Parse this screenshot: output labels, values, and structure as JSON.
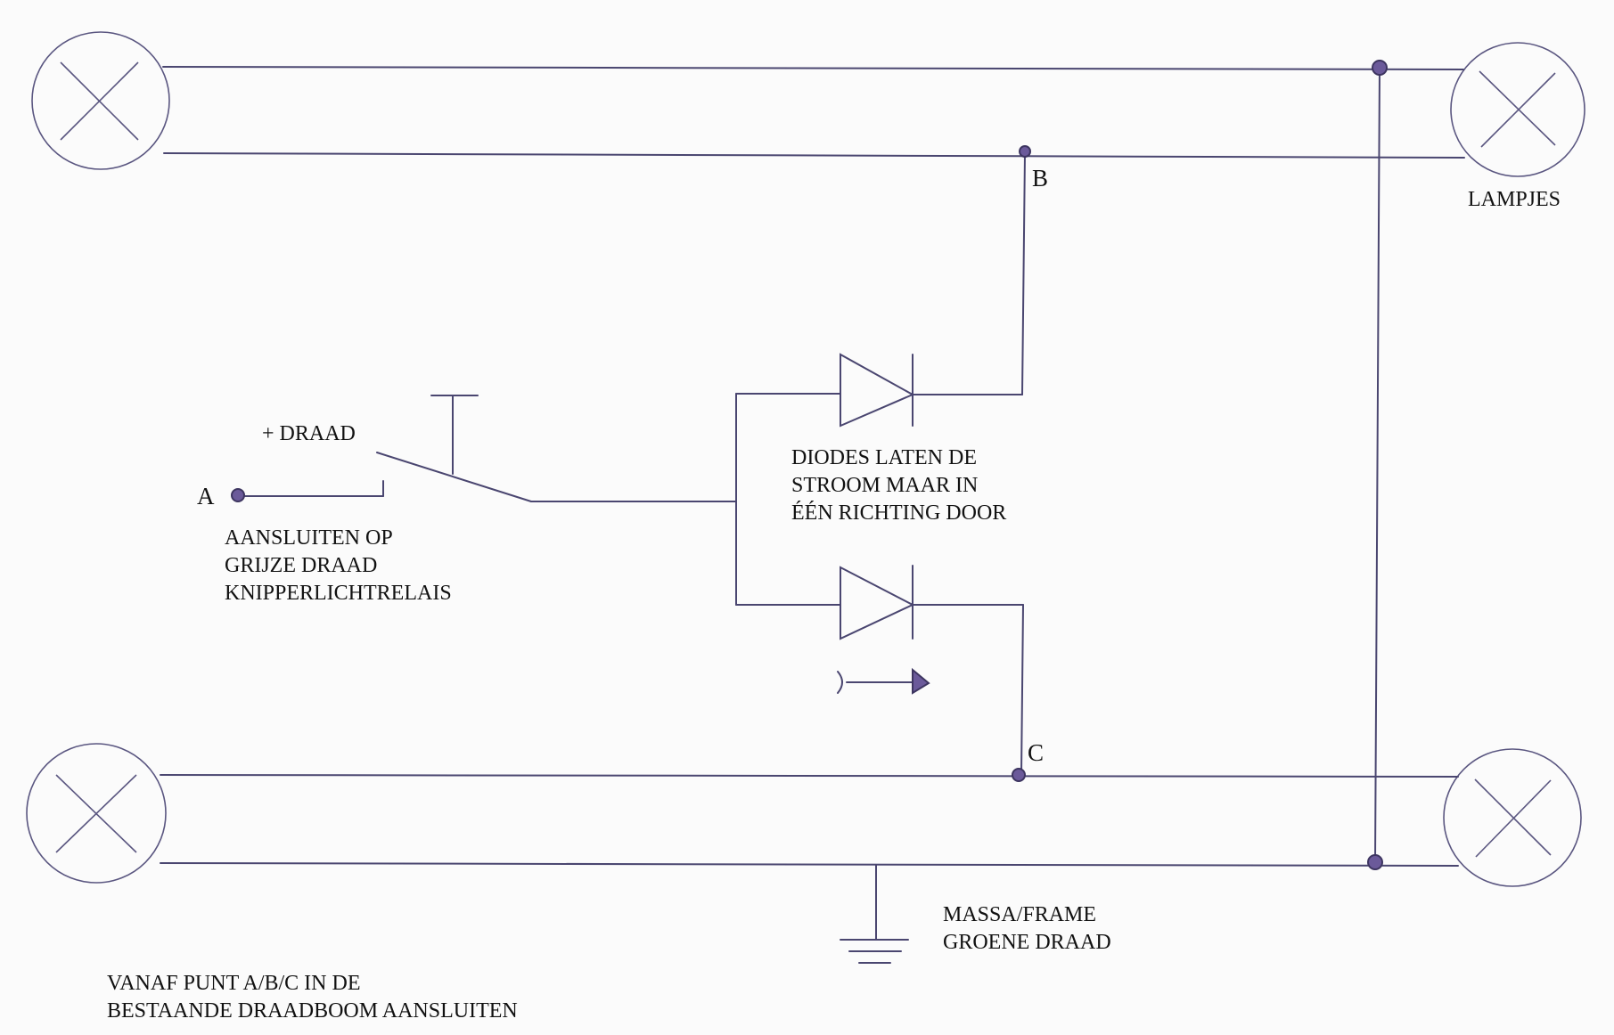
{
  "points": {
    "a": "A",
    "b": "B",
    "c": "C"
  },
  "labels": {
    "lamps": "LAMPJES",
    "plus_wire": "+ DRAAD",
    "connect_grey": [
      "AANSLUITEN OP",
      "GRIJZE DRAAD",
      "KNIPPERLICHTRELAIS"
    ],
    "diodes": [
      "DIODES LATEN DE",
      "STROOM MAAR IN",
      "ÉÉN RICHTING DOOR"
    ],
    "ground": [
      "MASSA/FRAME",
      "GROENE DRAAD"
    ],
    "footer": [
      "VANAF PUNT A/B/C IN DE",
      "BESTAANDE DRAADBOOM AANSLUITEN"
    ]
  },
  "colors": {
    "ink": "#4a4670",
    "node": "#6b5a9a",
    "text": "#111111"
  }
}
